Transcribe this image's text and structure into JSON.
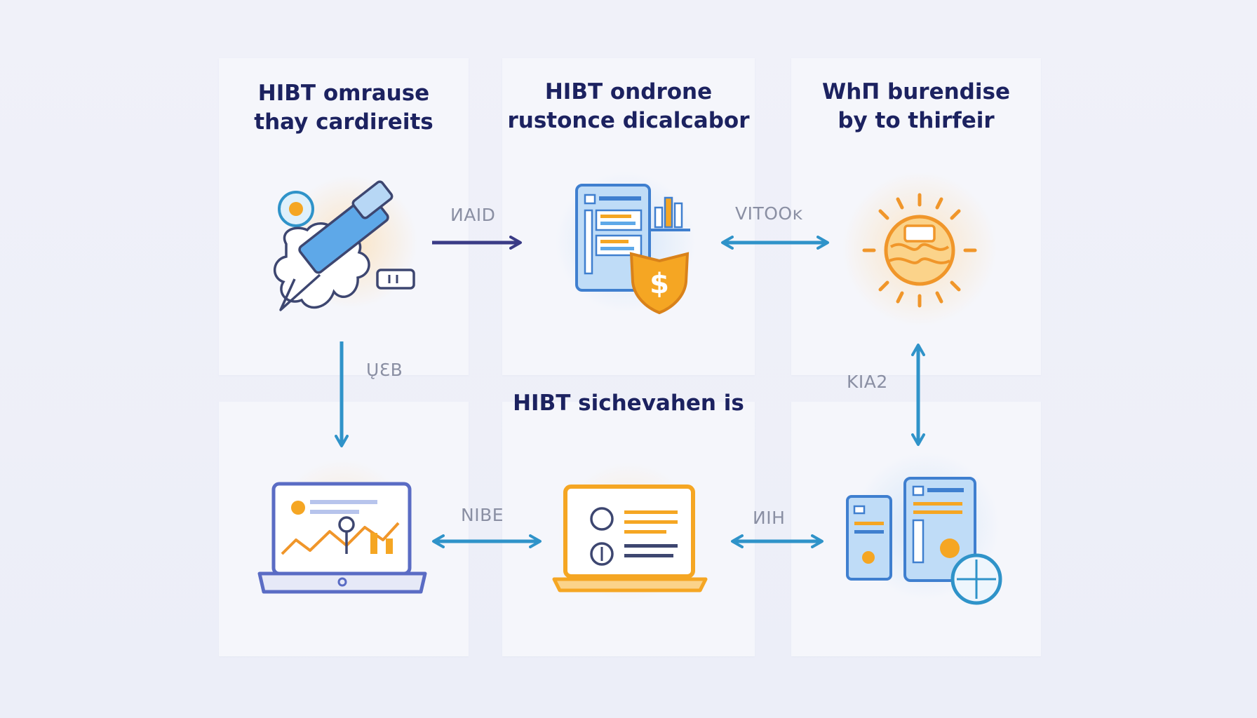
{
  "nodes": [
    {
      "id": "n1",
      "title": "HIBT omrause\nthay cardireits",
      "icon": "hammer-tool-icon"
    },
    {
      "id": "n2",
      "title": "HIBT ondrone\nrustonce dicalcabor",
      "icon": "document-shield-dollar-icon"
    },
    {
      "id": "n3",
      "title": "WhΠ burendise\nby to thirfeir",
      "icon": "sun-globe-icon"
    },
    {
      "id": "n4",
      "title": "",
      "icon": "laptop-chart-icon"
    },
    {
      "id": "n5",
      "title": "HIBT sichevahen is",
      "icon": "laptop-document-icon"
    },
    {
      "id": "n6",
      "title": "",
      "icon": "devices-compass-icon"
    }
  ],
  "edges": [
    {
      "id": "e1",
      "from": "n1",
      "to": "n2",
      "label": "ИAID",
      "direction": "forward"
    },
    {
      "id": "e2",
      "from": "n2",
      "to": "n3",
      "label": "VITOOĸ",
      "direction": "both"
    },
    {
      "id": "e3",
      "from": "n1",
      "to": "n4",
      "label": "ŲƐB",
      "direction": "forward"
    },
    {
      "id": "e4",
      "from": "n3",
      "to": "n6",
      "label": "KIA2",
      "direction": "both"
    },
    {
      "id": "e5",
      "from": "n4",
      "to": "n5",
      "label": "NIBE",
      "direction": "both"
    },
    {
      "id": "e6",
      "from": "n5",
      "to": "n6",
      "label": "ИIH",
      "direction": "both"
    }
  ],
  "colors": {
    "navy": "#1c2260",
    "arrow_blue": "#2f93c9",
    "arrow_dark": "#3a3b86",
    "accent_orange": "#f5a623",
    "icon_blue": "#4b8fd8"
  }
}
